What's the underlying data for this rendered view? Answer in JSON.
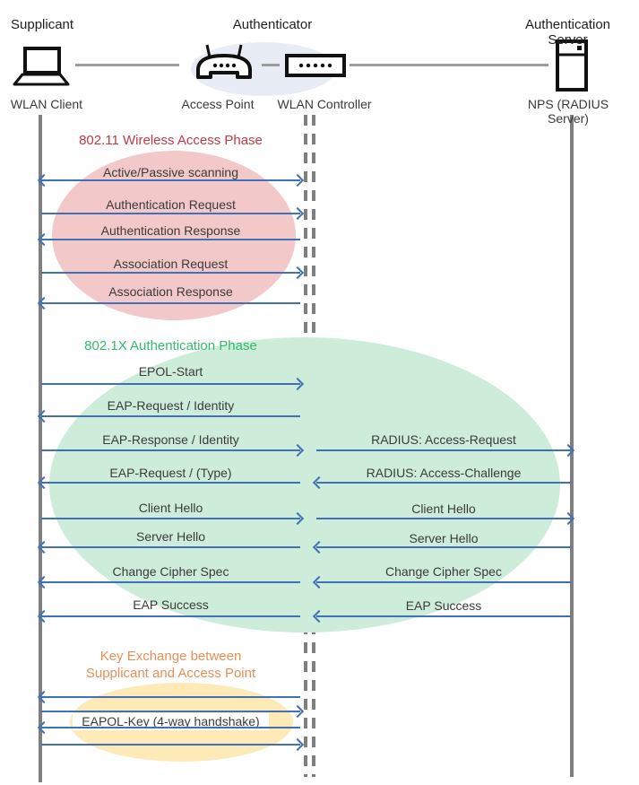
{
  "header": {
    "roles": [
      "Supplicant",
      "Authenticator",
      "Authentication Server"
    ],
    "devices": [
      "WLAN Client",
      "Access Point",
      "WLAN Controller",
      "NPS (RADIUS Server)"
    ]
  },
  "colors": {
    "arrow": "#4070b8",
    "lifeline": "#7f7f7f",
    "phase1_fill": "#f2c8c8",
    "phase2_fill": "#cdecd9",
    "phase3_fill": "#fdeab6",
    "header_ellipse_fill": "#e8ecf5",
    "phase1_title": "#bf3a44",
    "phase2_title": "#33bb6b",
    "phase3_title": "#e78f55"
  },
  "phase1": {
    "title": "802.11 Wireless Access Phase",
    "messages": [
      {
        "label": "Active/Passive scanning",
        "direction": "both"
      },
      {
        "label": "Authentication Request",
        "direction": "right"
      },
      {
        "label": "Authentication Response",
        "direction": "left"
      },
      {
        "label": "Association Request",
        "direction": "right"
      },
      {
        "label": "Association Response",
        "direction": "left"
      }
    ]
  },
  "phase2": {
    "title": "802.1X Authentication Phase",
    "client_messages": [
      {
        "label": "EPOL-Start",
        "direction": "right"
      },
      {
        "label": "EAP-Request / Identity",
        "direction": "left"
      },
      {
        "label": "EAP-Response / Identity",
        "direction": "right"
      },
      {
        "label": "EAP-Request / (Type)",
        "direction": "left"
      },
      {
        "label": "Client Hello",
        "direction": "right"
      },
      {
        "label": "Server Hello",
        "direction": "left"
      },
      {
        "label": "Change Cipher Spec",
        "direction": "left"
      },
      {
        "label": "EAP Success",
        "direction": "left"
      }
    ],
    "server_messages": [
      {
        "label": "RADIUS: Access-Request",
        "direction": "right"
      },
      {
        "label": "RADIUS: Access-Challenge",
        "direction": "left"
      },
      {
        "label": "Client Hello",
        "direction": "right"
      },
      {
        "label": "Server Hello",
        "direction": "left"
      },
      {
        "label": "Change Cipher Spec",
        "direction": "left"
      },
      {
        "label": "EAP Success",
        "direction": "left"
      }
    ]
  },
  "phase3": {
    "title_line1": "Key Exchange between",
    "title_line2": "Supplicant and Access Point",
    "handshake_label": "EAPOL-Key (4-way handshake)",
    "arrows": [
      "left",
      "right",
      "left",
      "right"
    ]
  }
}
